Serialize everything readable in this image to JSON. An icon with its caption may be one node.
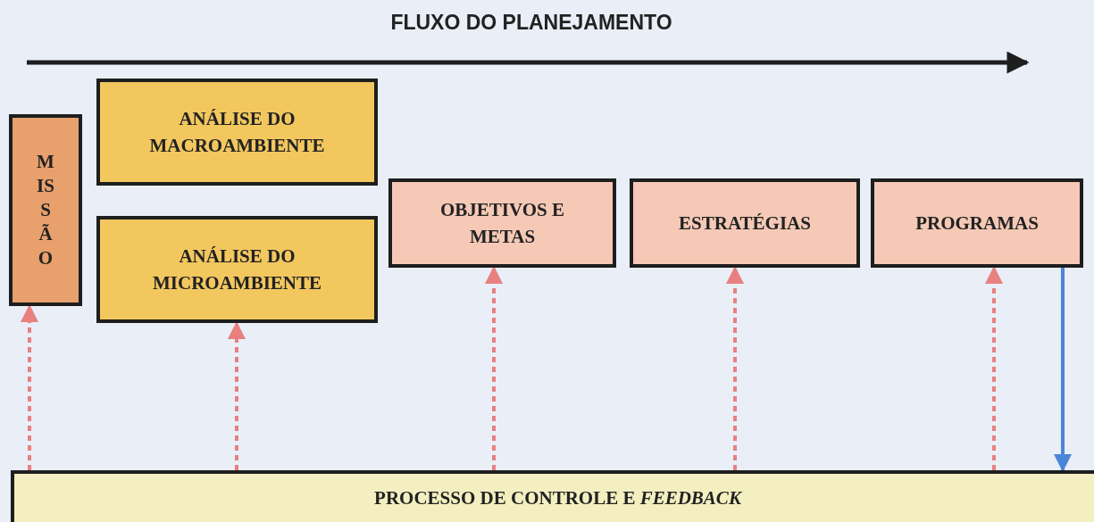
{
  "diagram": {
    "title": "FLUXO DO PLANEJAMENTO",
    "nodes": [
      {
        "text": [
          "MISSÃO"
        ]
      },
      {
        "text": [
          "ANÁLISE DO MACROAMBIENTE"
        ]
      },
      {
        "text": [
          "ANÁLISE DO MICROAMBIENTE"
        ]
      },
      {
        "text": [
          "OBJETIVOS E METAS"
        ]
      },
      {
        "text": [
          "ESTRATÉGIAS"
        ]
      },
      {
        "text": [
          "PROGRAMAS"
        ]
      },
      {
        "text": [
          "PROCESSO DE CONTROLE E *FEEDBACK*"
        ]
      }
    ],
    "edges": [
      {
        "from": 6,
        "to": 0,
        "arrow": "to",
        "style": "dashed",
        "color": "#e88080"
      },
      {
        "from": 6,
        "to": 2,
        "arrow": "to",
        "style": "dashed",
        "color": "#e88080"
      },
      {
        "from": 6,
        "to": 3,
        "arrow": "to",
        "style": "dashed",
        "color": "#e88080"
      },
      {
        "from": 6,
        "to": 4,
        "arrow": "to",
        "style": "dashed",
        "color": "#e88080"
      },
      {
        "from": 6,
        "to": 5,
        "arrow": "to",
        "style": "dashed",
        "color": "#e88080"
      },
      {
        "from": 5,
        "to": 6,
        "arrow": "to",
        "color": "#4a86d8"
      }
    ]
  }
}
